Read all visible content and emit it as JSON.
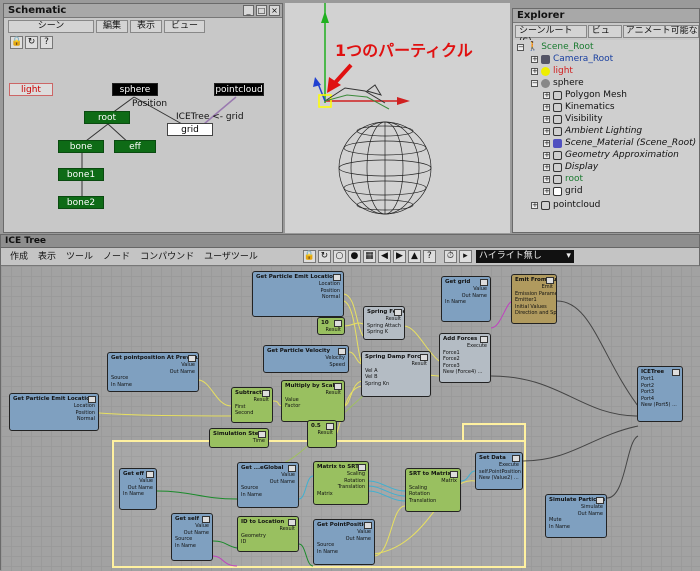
{
  "schematic": {
    "title": "Schematic",
    "menu": [
      "シーン",
      "編集",
      "表示",
      "ビュー"
    ],
    "nodes": {
      "light": "light",
      "sphere": "sphere",
      "pointcloud": "pointcloud",
      "position": "Position",
      "root": "root",
      "icetree": "ICETree",
      "grid_link": "grid",
      "grid": "grid",
      "bone": "bone",
      "eff": "eff",
      "bone1": "bone1",
      "bone2": "bone2"
    }
  },
  "viewport": {
    "annotation": "1つのパーティクル"
  },
  "explorer": {
    "title": "Explorer",
    "menu": [
      "シーンルート(S)",
      "ビュー",
      "アニメート可能なパラ"
    ],
    "items": [
      {
        "label": "Scene_Root"
      },
      {
        "label": "Camera_Root"
      },
      {
        "label": "light"
      },
      {
        "label": "sphere"
      },
      {
        "label": "Polygon Mesh"
      },
      {
        "label": "Kinematics"
      },
      {
        "label": "Visibility"
      },
      {
        "label": "Ambient Lighting"
      },
      {
        "label": "Scene_Material (Scene_Root)"
      },
      {
        "label": "Geometry Approximation"
      },
      {
        "label": "Display"
      },
      {
        "label": "root"
      },
      {
        "label": "grid"
      },
      {
        "label": "pointcloud"
      }
    ]
  },
  "icetree": {
    "title": "ICE Tree",
    "menu": [
      "作成",
      "表示",
      "ツール",
      "ノード",
      "コンパウンド",
      "ユーザツール"
    ],
    "dropdown": "ハイライト無し",
    "nodes": {
      "n1": {
        "title": "Get Particle Emit Location",
        "ports": [
          "Location",
          "Position",
          "Normal"
        ]
      },
      "n2": {
        "title": "Get grid",
        "ports": [
          "Value",
          "Out Name",
          "In Name"
        ]
      },
      "n3": {
        "title": "Emit From Surface",
        "ports": [
          "Emit",
          "Emission Parameters",
          "Emitter1",
          "Initial Values",
          "Direction and Speed"
        ]
      },
      "n4": {
        "title": "Spring Force",
        "ports": [
          "Result",
          "Spring Attach",
          "Spring K"
        ]
      },
      "n5": {
        "title": "10",
        "ports": [
          "Result"
        ]
      },
      "n6": {
        "title": "Add Forces",
        "ports": [
          "Execute",
          "Force1",
          "Force2",
          "Force3",
          "New (Force4) ..."
        ]
      },
      "n7": {
        "title": "Get Particle Velocity",
        "ports": [
          "Velocity",
          "Speed"
        ]
      },
      "n8": {
        "title": "Spring Damp Force",
        "ports": [
          "Result",
          "Vel A",
          "Vel B",
          "Spring Kn"
        ]
      },
      "n9": {
        "title": "Get pointposition At Previous Frame",
        "ports": [
          "Value",
          "Out Name",
          "Source",
          "In Name"
        ]
      },
      "n10": {
        "title": "Get Particle Emit Location",
        "ports": [
          "Location",
          "Position",
          "Normal"
        ]
      },
      "n11": {
        "title": "Subtract",
        "ports": [
          "Result",
          "First",
          "Second"
        ]
      },
      "n12": {
        "title": "Multiply by Scalar",
        "ports": [
          "Result",
          "Value",
          "Factor"
        ]
      },
      "n13": {
        "title": "ICETree",
        "ports": [
          "Port1",
          "Port2",
          "Port3",
          "Port4",
          "New (Port5) ..."
        ]
      },
      "n14": {
        "title": "Simulation Step",
        "ports": [
          "Time"
        ]
      },
      "n15": {
        "title": "0.5",
        "ports": [
          "Result"
        ]
      },
      "n16": {
        "title": "Set Data",
        "ports": [
          "Execute",
          "self.PointPosition",
          "New (Value2) ..."
        ]
      },
      "n17": {
        "title": "Get eff",
        "ports": [
          "Value",
          "Out Name",
          "In Name"
        ]
      },
      "n18": {
        "title": "Get ...eGlobal",
        "ports": [
          "Value",
          "Out Name",
          "Source",
          "In Name"
        ]
      },
      "n19": {
        "title": "Matrix to SRT",
        "ports": [
          "Scaling",
          "Rotation",
          "Translation",
          "Matrix"
        ]
      },
      "n20": {
        "title": "SRT to Matrix",
        "ports": [
          "Matrix",
          "Scaling",
          "Rotation",
          "Translation"
        ]
      },
      "n21": {
        "title": "Simulate Particles",
        "ports": [
          "Simulate",
          "Out Name",
          "Mute",
          "In Name"
        ]
      },
      "n22": {
        "title": "Get self",
        "ports": [
          "Value",
          "Out Name",
          "Source",
          "In Name"
        ]
      },
      "n23": {
        "title": "ID to Location",
        "ports": [
          "Result",
          "Geometry",
          "ID"
        ]
      },
      "n24": {
        "title": "Get PointPosition",
        "ports": [
          "Value",
          "Out Name",
          "Source",
          "In Name"
        ]
      }
    }
  },
  "colors": {
    "ice_blue": "#7fa0c0",
    "ice_green": "#99c060",
    "schematic_green": "#0e6b16",
    "annotation_red": "#e01010",
    "highlight_yellow": "#fff1a0"
  }
}
